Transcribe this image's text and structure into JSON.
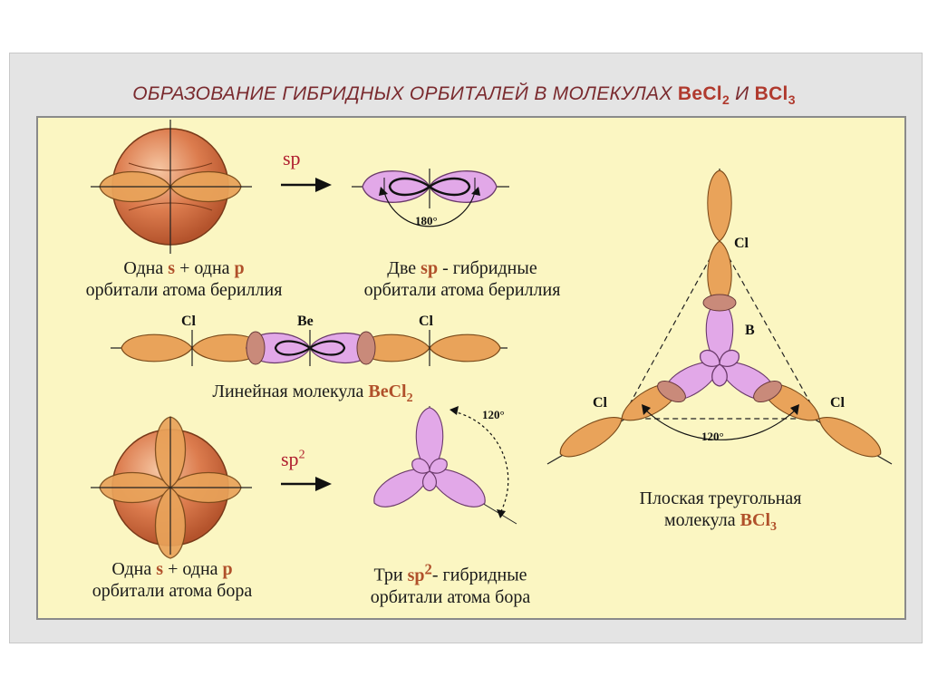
{
  "title": {
    "text": "ОБРАЗОВАНИЕ ГИБРИДНЫХ ОРБИТАЛЕЙ В МОЛЕКУЛАХ ",
    "f1": "BeCl",
    "f1_sub": "2",
    "and": " И ",
    "f2": "BCl",
    "f2_sub": "3"
  },
  "sp": "sp",
  "sp2": {
    "base": "sp",
    "sup": "2"
  },
  "labels": {
    "be_atom": {
      "one": "Одна ",
      "s": "s",
      "plus": " + одна ",
      "p": "p",
      "line2": "орбитали атома бериллия"
    },
    "be_hybrid": {
      "two": "Две ",
      "sp": "sp",
      "rest": " - гибридные",
      "line2": "орбитали атома бериллия"
    },
    "linear": {
      "text": "Линейная молекула ",
      "f": "BeCl",
      "sub": "2"
    },
    "b_atom": {
      "one": "Одна ",
      "s": "s",
      "plus": " + одна ",
      "p": "p",
      "line2": "орбитали атома бора"
    },
    "b_hybrid": {
      "three": "Три ",
      "sp": "sp",
      "sup": "2",
      "rest": "- гибридные",
      "line2": "орбитали атома бора"
    },
    "planar": {
      "line1": "Плоская треугольная",
      "line2": "молекула ",
      "f": "BCl",
      "sub": "3"
    }
  },
  "atoms": {
    "cl_left": "Cl",
    "be": "Be",
    "cl_right": "Cl",
    "cl_top": "Cl",
    "b": "B",
    "cl_bl": "Cl",
    "cl_br": "Cl"
  },
  "angles": {
    "a180": "180°",
    "a120_sp2": "120°",
    "a120_bcl3": "120°"
  },
  "colors": {
    "orange": "#e9a35a",
    "orange_stroke": "#7a4a1a",
    "violet": "#e2a8e8",
    "violet_stroke": "#6a3a6a",
    "ball": "#d9764a",
    "title": "#7a2a2e",
    "formula": "#b03a2e"
  }
}
